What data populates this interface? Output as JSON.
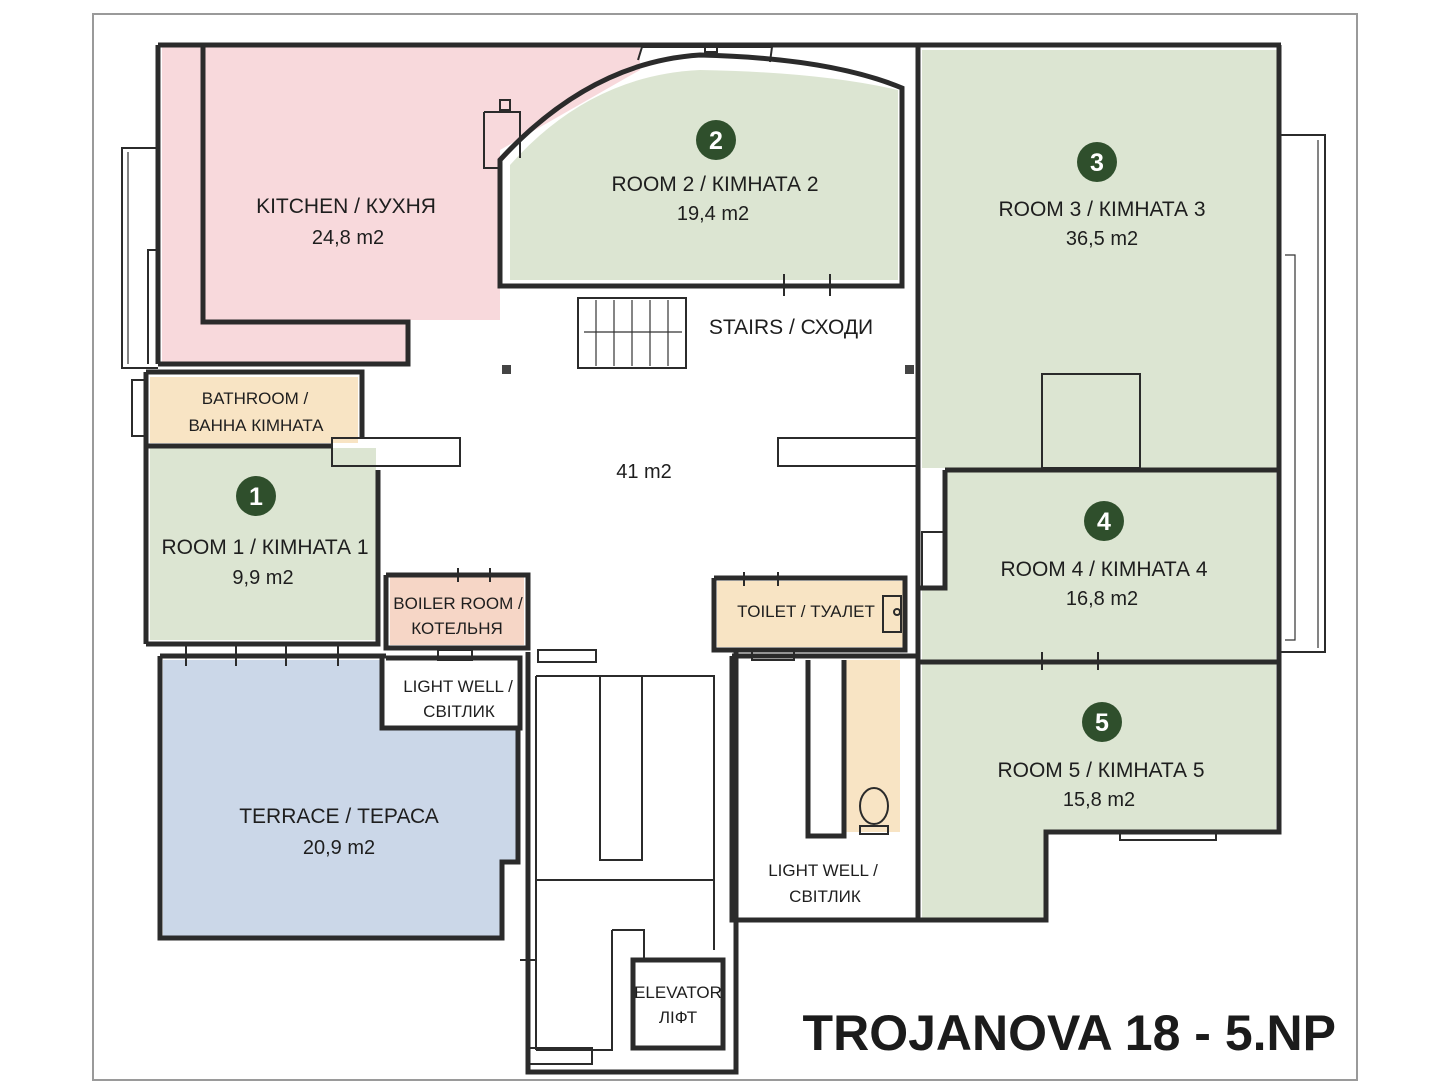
{
  "plan": {
    "title": "TROJANOVA 18 - 5.NP",
    "colors": {
      "room": "#dce5d2",
      "kitchen": "#f8d9dc",
      "terrace": "#cbd7e8",
      "service": "#f8e4c4",
      "boiler": "#f6d6c6",
      "marker": "#2f4f2c",
      "wall": "#2b2b2b"
    },
    "kitchen": {
      "name": "KITCHEN / КУХНЯ",
      "area": "24,8 m2"
    },
    "room1": {
      "number": "1",
      "name": "ROOM 1 / КІМНАТА 1",
      "area": "9,9 m2"
    },
    "room2": {
      "number": "2",
      "name": "ROOM 2 / КІМНАТА 2",
      "area": "19,4 m2"
    },
    "room3": {
      "number": "3",
      "name": "ROOM 3 / КІМНАТА 3",
      "area": "36,5 m2"
    },
    "room4": {
      "number": "4",
      "name": "ROOM 4 / КІМНАТА 4",
      "area": "16,8 m2"
    },
    "room5": {
      "number": "5",
      "name": "ROOM 5 / КІМНАТА 5",
      "area": "15,8 m2"
    },
    "hall": {
      "area": "41 m2"
    },
    "stairs": {
      "name": "STAIRS / СХОДИ"
    },
    "bathroom": {
      "line1": "BATHROOM /",
      "line2": "ВАННА КІМНАТА"
    },
    "boiler": {
      "line1": "BOILER ROOM /",
      "line2": "КОТЕЛЬНЯ"
    },
    "toilet": {
      "name": "TOILET / ТУАЛЕТ"
    },
    "lightwell1": {
      "line1": "LIGHT WELL /",
      "line2": "СВІТЛИК"
    },
    "lightwell2": {
      "line1": "LIGHT WELL /",
      "line2": "СВІТЛИК"
    },
    "terrace": {
      "name": "TERRACE / ТЕРАСА",
      "area": "20,9 m2"
    },
    "elevator": {
      "line1": "ELEVATOR",
      "line2": "ЛІФТ"
    }
  }
}
